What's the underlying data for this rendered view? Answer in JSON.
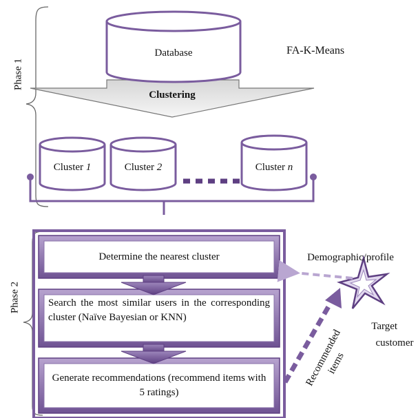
{
  "phase1": {
    "label": "Phase 1",
    "database_label": "Database",
    "method_label": "FA-K-Means",
    "clustering_label": "Clustering",
    "clusters": [
      {
        "prefix": "Cluster ",
        "index": "1"
      },
      {
        "prefix": "Cluster ",
        "index": "2"
      },
      {
        "prefix": "Cluster ",
        "index": "n"
      }
    ]
  },
  "phase2": {
    "label": "Phase 2",
    "steps": [
      "Determine the nearest cluster",
      "Search the most similar users in the corresponding cluster (Naïve Bayesian or KNN)",
      "Generate recommendations (recommend items with 5 ratings)"
    ]
  },
  "demographic_label": "Demographic/profile",
  "target_label_line1": "Target",
  "target_label_line2": "customer",
  "recommended_label_line1": "Recommended",
  "recommended_label_line2": "items",
  "colors": {
    "accent": "#7a5c9e",
    "accent_dark": "#5e3f82",
    "accent_light": "#b9a6d1",
    "accent_pale": "#e6ddf0"
  }
}
